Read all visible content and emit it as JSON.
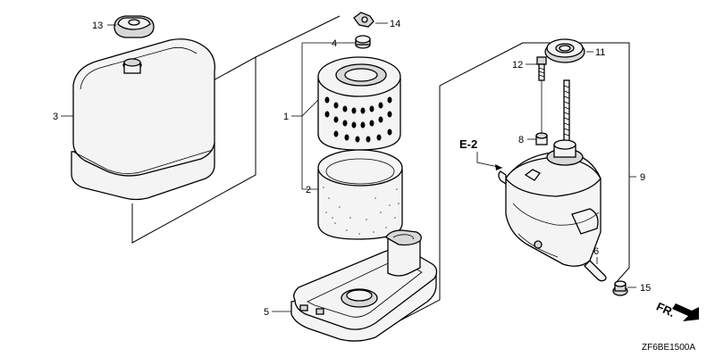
{
  "callouts": {
    "p1": "1",
    "p2": "2",
    "p3": "3",
    "p4": "4",
    "p5": "5",
    "p6": "6",
    "p8": "8",
    "p9": "9",
    "p11": "11",
    "p12": "12",
    "p13": "13",
    "p14": "14",
    "p15": "15"
  },
  "reference": "E-2",
  "direction": "FR.",
  "drawing_code": "ZF6BE1500A"
}
